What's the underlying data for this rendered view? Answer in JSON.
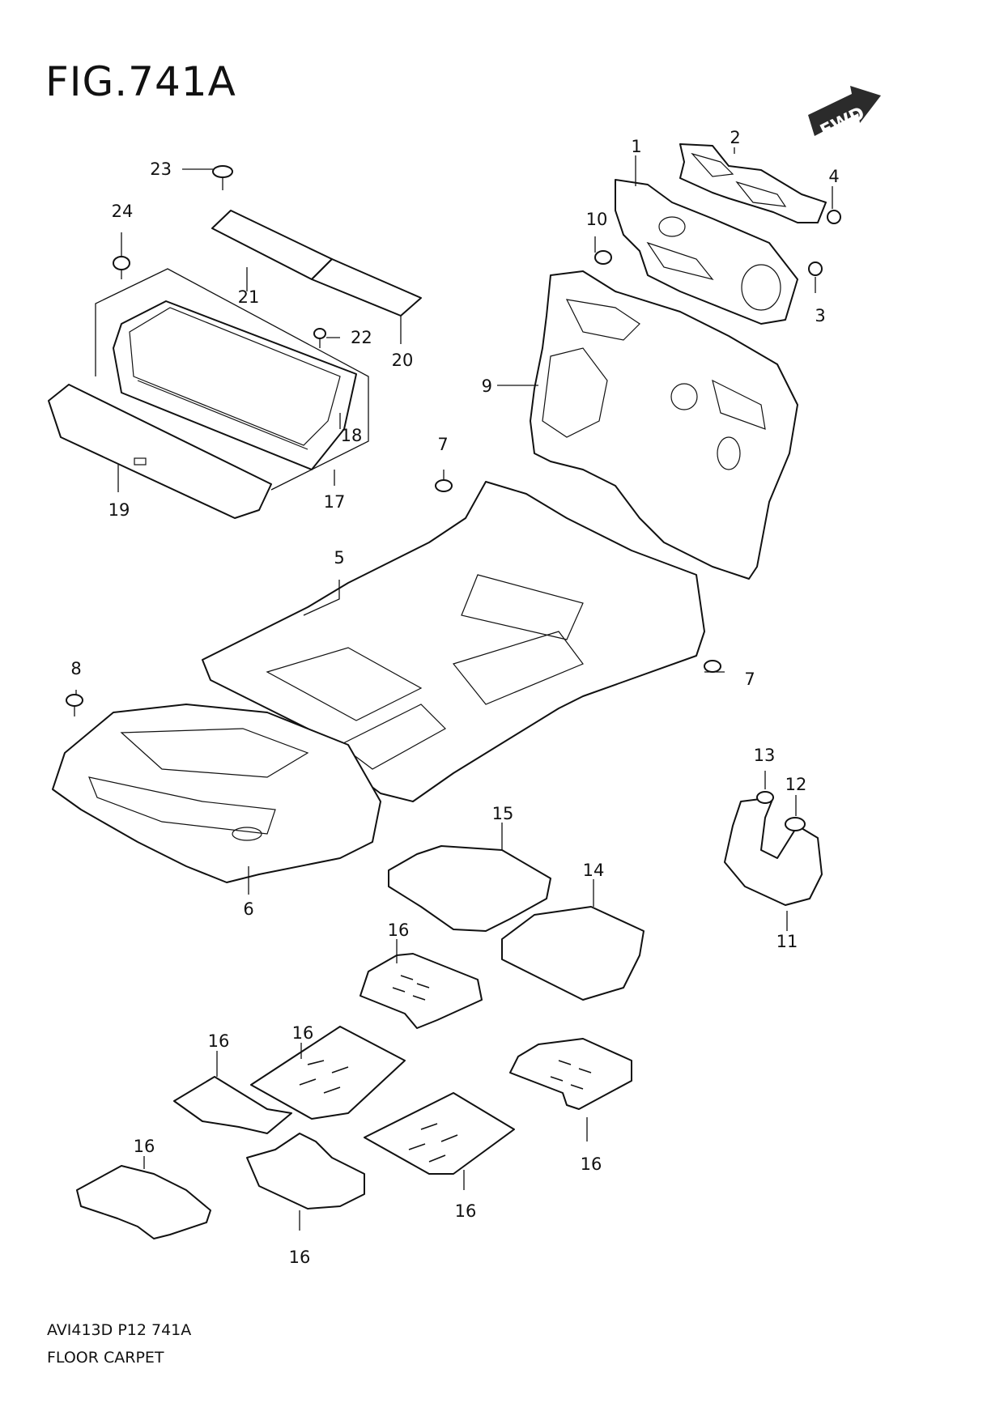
{
  "figure": {
    "title": "FIG.741A",
    "diagram_code": "AVI413D P12 741A",
    "diagram_name": "FLOOR CARPET",
    "fwd_label": "FWD"
  },
  "callouts": {
    "c1": "1",
    "c2": "2",
    "c3": "3",
    "c4": "4",
    "c5": "5",
    "c6": "6",
    "c7a": "7",
    "c7b": "7",
    "c8": "8",
    "c9": "9",
    "c10": "10",
    "c11": "11",
    "c12": "12",
    "c13": "13",
    "c14": "14",
    "c15": "15",
    "c16a": "16",
    "c16b": "16",
    "c16c": "16",
    "c16d": "16",
    "c16e": "16",
    "c16f": "16",
    "c16g": "16",
    "c17": "17",
    "c18": "18",
    "c19": "19",
    "c20": "20",
    "c21": "21",
    "c22": "22",
    "c23": "23",
    "c24": "24"
  }
}
